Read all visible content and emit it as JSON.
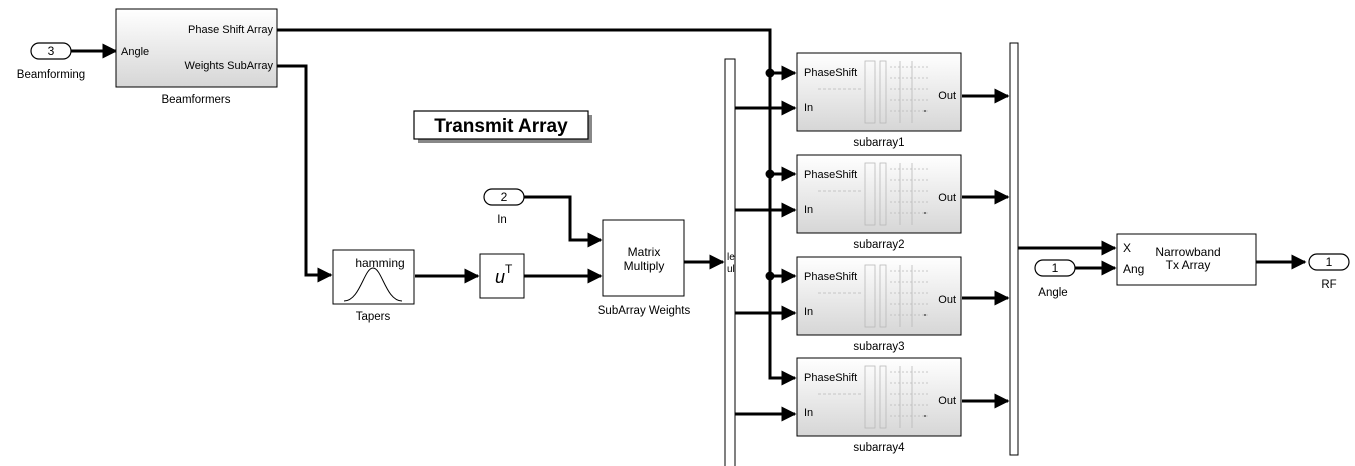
{
  "title": "Transmit Array",
  "inports": {
    "beamforming": {
      "number": "3",
      "label": "Beamforming"
    },
    "in": {
      "number": "2",
      "label": "In"
    },
    "angle": {
      "number": "1",
      "label": "Angle"
    }
  },
  "outports": {
    "rf": {
      "number": "1",
      "label": "RF"
    }
  },
  "beamformers": {
    "label": "Beamformers",
    "input_port": "Angle",
    "output_ports": [
      "Phase Shift Array",
      "Weights SubArray"
    ]
  },
  "tapers": {
    "label": "Tapers",
    "text": "hamming"
  },
  "transpose": {
    "text": "u",
    "superscript": "T"
  },
  "matrix_multiply": {
    "line1": "Matrix",
    "line2": "Multiply",
    "label": "SubArray Weights"
  },
  "demux_glyphs": {
    "line1": "le",
    "line2": "ul"
  },
  "subarrays": [
    {
      "label": "subarray1",
      "in_port_1": "PhaseShift",
      "in_port_2": "In",
      "out_port": "Out"
    },
    {
      "label": "subarray2",
      "in_port_1": "PhaseShift",
      "in_port_2": "In",
      "out_port": "Out"
    },
    {
      "label": "subarray3",
      "in_port_1": "PhaseShift",
      "in_port_2": "In",
      "out_port": "Out"
    },
    {
      "label": "subarray4",
      "in_port_1": "PhaseShift",
      "in_port_2": "In",
      "out_port": "Out"
    }
  ],
  "narrowband": {
    "port_x": "X",
    "port_ang": "Ang",
    "line1": "Narrowband",
    "line2": "Tx Array"
  },
  "colors": {
    "wire": "#000000",
    "block_gradient_top": "#ffffff",
    "block_gradient_bottom": "#d8d8d8"
  }
}
